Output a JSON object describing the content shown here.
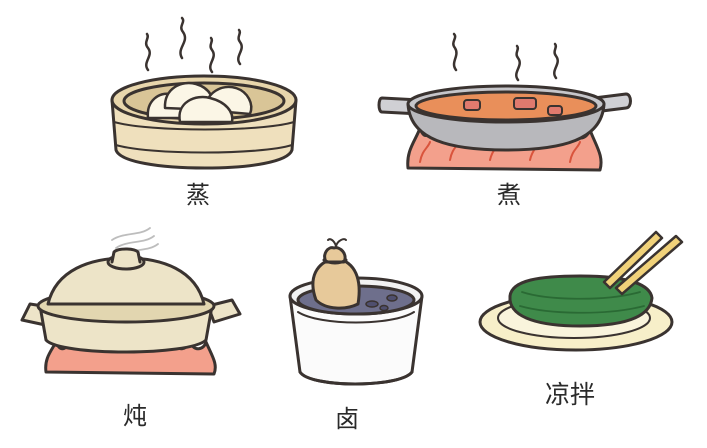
{
  "labels": {
    "steam": "蒸",
    "boil": "煮",
    "stew": "炖",
    "braise": "卤",
    "cold_mix": "凉拌"
  },
  "colors": {
    "outline": "#3a3330",
    "steamer_wood": "#efe0bd",
    "steamer_shade": "#d9c597",
    "bun": "#fbf6e6",
    "pan_metal": "#b8b8bc",
    "broth": "#e98f5a",
    "flame": "#f3a08c",
    "pot_cream": "#ede4c8",
    "braise_liquid": "#6e6f8c",
    "pouch": "#e7c99a",
    "plate": "#f7efc9",
    "spinach": "#3f8a4a",
    "chopsticks": "#f1d27a"
  },
  "icons": [
    "steamer-icon",
    "wok-icon",
    "clay-pot-icon",
    "braise-pot-icon",
    "plate-icon"
  ]
}
